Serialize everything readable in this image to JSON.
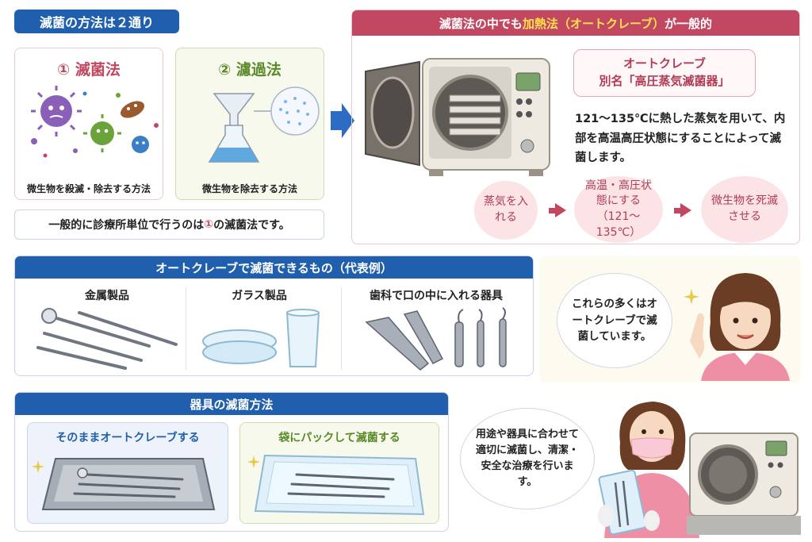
{
  "methods": {
    "header": "滅菌の方法は２通り",
    "sterilization": {
      "title": "① 滅菌法",
      "caption": "微生物を殺滅・除去する方法"
    },
    "filtration": {
      "title": "② 濾過法",
      "caption": "微生物を除去する方法"
    },
    "note_before": "一般的に診療所単位で行うのは",
    "note_mark": "①",
    "note_after": "の滅菌法です。"
  },
  "autoclave": {
    "header_pre": "滅菌法の中でも",
    "header_em": "加熱法（オートクレーブ）",
    "header_post": "が一般的",
    "name_line1": "オートクレーブ",
    "name_line2": "別名「高圧蒸気滅菌器」",
    "description": "121〜135℃に熱した蒸気を用いて、内部を高温高圧状態にすることによって滅菌します。",
    "steps": [
      {
        "text": "蒸気を入れる"
      },
      {
        "text": "高温・高圧状態にする（121〜135℃）"
      },
      {
        "text": "微生物を死滅させる"
      }
    ]
  },
  "items": {
    "header": "オートクレーブで滅菌できるもの（代表例）",
    "categories": [
      "金属製品",
      "ガラス製品",
      "歯科で口の中に入れる器具"
    ],
    "assistant_speech": "これらの多くはオートクレーブで滅菌しています。"
  },
  "methods_for_tools": {
    "header": "器具の滅菌方法",
    "direct": "そのままオートクレーブする",
    "packed": "袋にパックして滅菌する",
    "assistant_speech": "用途や器具に合わせて適切に滅菌し、清潔・安全な治療を行います。"
  },
  "colors": {
    "blue": "#1f5fae",
    "pink": "#c24862",
    "green": "#5a8a2a"
  }
}
